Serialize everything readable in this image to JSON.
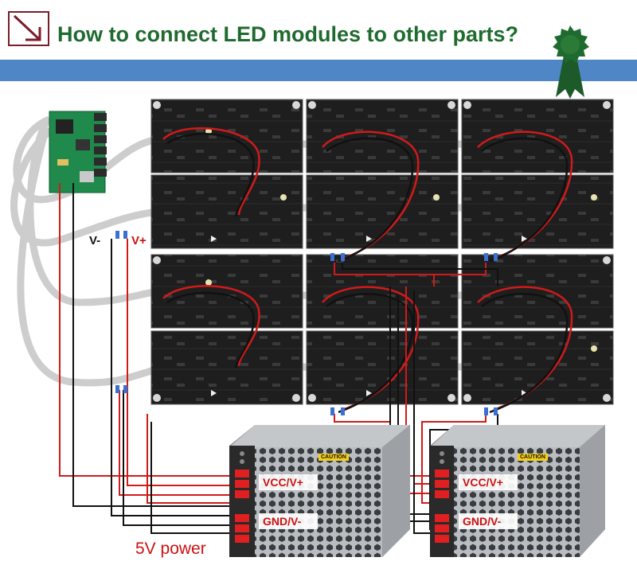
{
  "header": {
    "title": "How to connect LED modules to other parts?",
    "arrow_icon": "diagonal-arrow-icon",
    "ribbon_icon": "award-ribbon-icon",
    "accent_color": "#1f6b2f",
    "band_color": "#4f86c6"
  },
  "labels": {
    "v_minus": "V-",
    "v_plus": "V+",
    "vcc_left": "VCC/V+",
    "gnd_left": "GND/V-",
    "vcc_right": "VCC/V+",
    "gnd_right": "GND/V-",
    "power": "5V power",
    "caution_left": "CAUTION",
    "caution_right": "CAUTION"
  },
  "colors": {
    "wire_red": "#d11a1a",
    "wire_black": "#111111",
    "module_dark": "#1e1e1e",
    "psu_metal": "#b9bcc0"
  }
}
